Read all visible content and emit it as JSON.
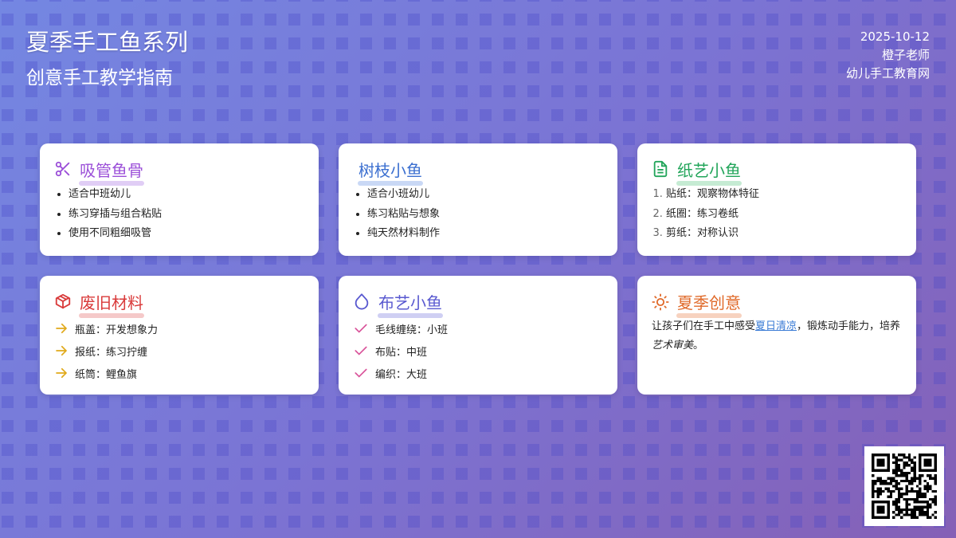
{
  "header": {
    "title": "夏季手工鱼系列",
    "subtitle": "创意手工教学指南",
    "date": "2025-10-12",
    "author": "橙子老师",
    "site": "幼儿手工教育网"
  },
  "cards": [
    {
      "title": "吸管鱼骨",
      "icon": "scissors-icon",
      "color": "#9b4fd8",
      "underline": "#e0cdf5",
      "items": [
        "适合中班幼儿",
        "练习穿插与组合粘贴",
        "使用不同粗细吸管"
      ]
    },
    {
      "title": "树枝小鱼",
      "icon": "none",
      "color": "#3b6fd0",
      "underline": "#c9d8f5",
      "items": [
        "适合小班幼儿",
        "练习粘贴与想象",
        "纯天然材料制作"
      ]
    },
    {
      "title": "纸艺小鱼",
      "icon": "document-icon",
      "color": "#22a55a",
      "underline": "#c5ebd3",
      "items": [
        "贴纸：观察物体特征",
        "纸圈：练习卷纸",
        "剪纸：对称认识"
      ]
    },
    {
      "title": "废旧材料",
      "icon": "box-icon",
      "color": "#d93a3a",
      "underline": "#f5c9c9",
      "items": [
        "瓶盖：开发想象力",
        "报纸：练习拧缠",
        "纸筒：鲤鱼旗"
      ]
    },
    {
      "title": "布艺小鱼",
      "icon": "droplet-icon",
      "color": "#5a5ad0",
      "underline": "#cfcff3",
      "items": [
        "毛线缠绕：小班",
        "布贴：中班",
        "编织：大班"
      ]
    },
    {
      "title": "夏季创意",
      "icon": "sun-icon",
      "color": "#e06a2a",
      "underline": "#f7d2bf",
      "text_before": "让孩子们在手工中感受",
      "link": "夏日清凉",
      "text_mid": "，锻炼动手能力，培养",
      "em": "艺术审美",
      "text_end": "。"
    }
  ],
  "colors": {
    "arrow": "#e0a91a",
    "check": "#d9539a",
    "link": "#3a7bd5"
  }
}
